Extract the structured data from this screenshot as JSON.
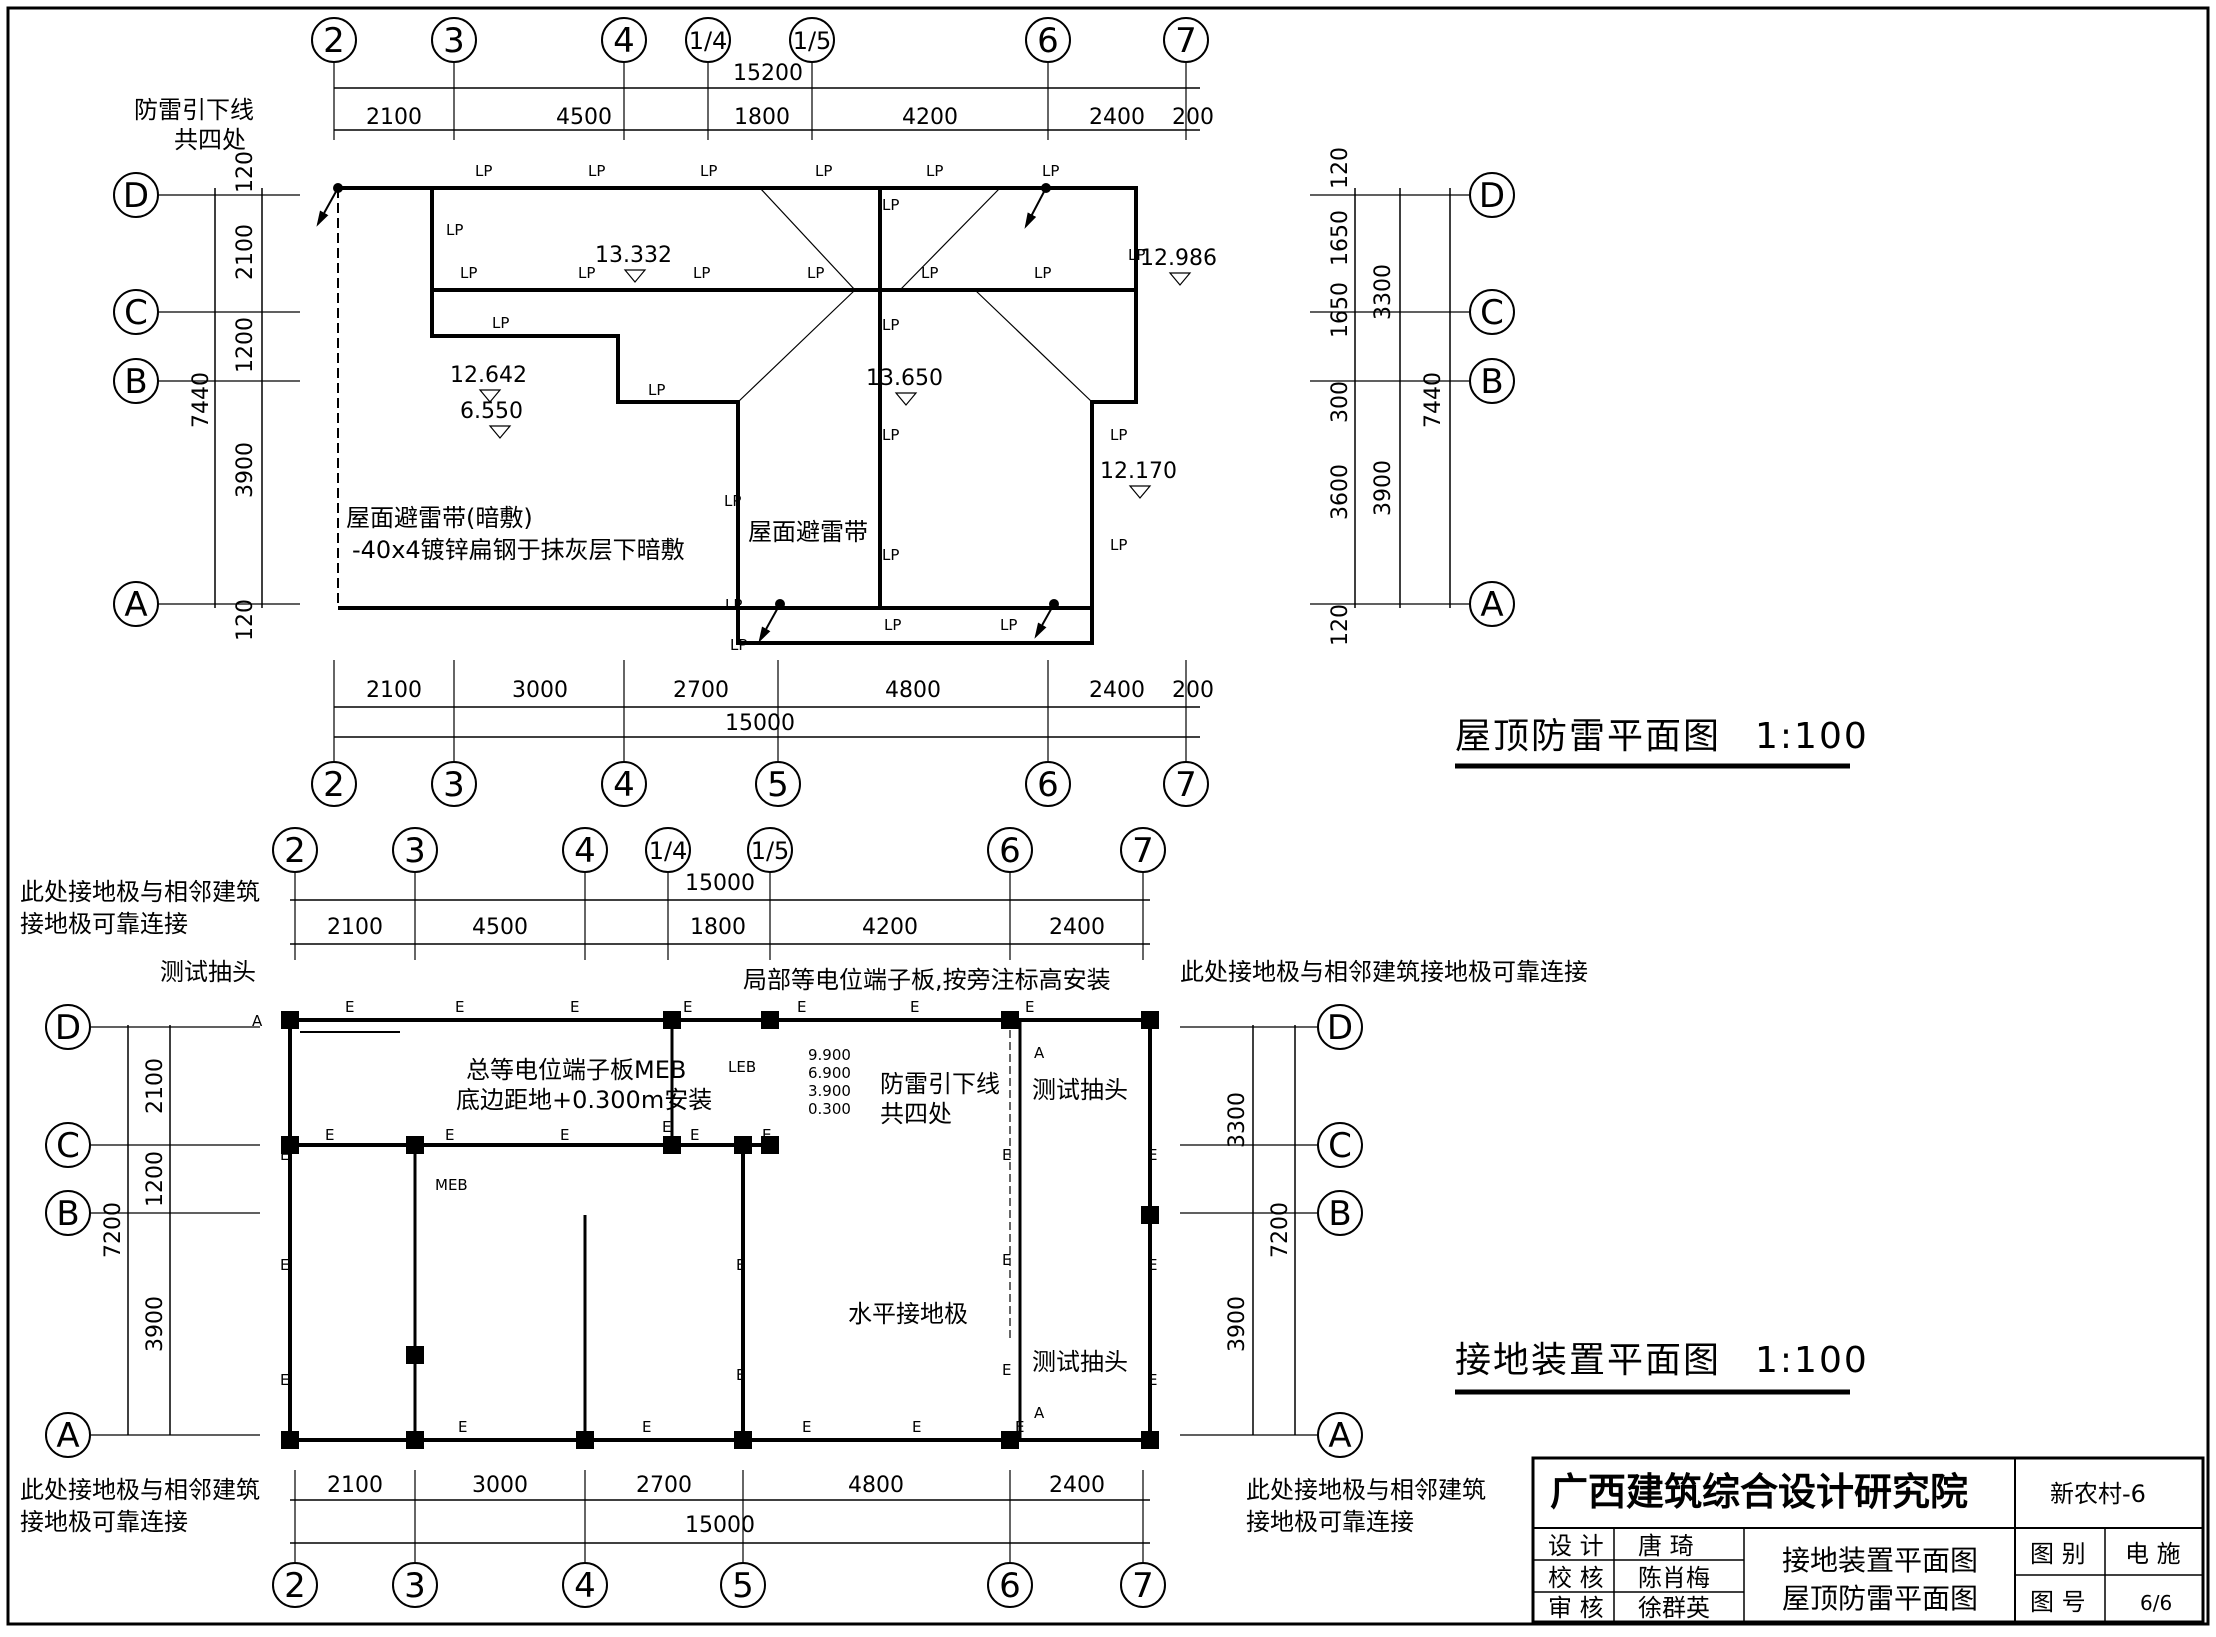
{
  "roof_plan": {
    "title": "屋顶防雷平面图",
    "scale": "1:100",
    "top_axes": [
      "2",
      "3",
      "4",
      "1/4",
      "1/5",
      "6",
      "7"
    ],
    "bottom_axes": [
      "2",
      "3",
      "4",
      "5",
      "6",
      "7"
    ],
    "side_axes": [
      "D",
      "C",
      "B",
      "A"
    ],
    "top_overall": "15200",
    "top_dims": [
      "2100",
      "4500",
      "1800",
      "4200",
      "2400",
      "200"
    ],
    "bottom_dims": [
      "2100",
      "3000",
      "2700",
      "4800",
      "2400",
      "200"
    ],
    "bottom_overall": "15000",
    "left_dims": [
      "120",
      "2100",
      "1200",
      "3900",
      "120"
    ],
    "left_overall": "7440",
    "right_dims_inner": [
      "120",
      "1650",
      "1650",
      "300",
      "3600",
      "120"
    ],
    "right_dims_outer": [
      "3300",
      "3900"
    ],
    "right_overall": "7440",
    "elevations": [
      "13.332",
      "12.986",
      "12.642",
      "6.550",
      "13.650",
      "12.170"
    ],
    "lp_label": "LP",
    "downlead_note_line1": "防雷引下线",
    "downlead_note_line2": "共四处",
    "strip_note_line1": "屋面避雷带(暗敷)",
    "strip_note_line2": "-40x4镀锌扁钢于抹灰层下暗敷",
    "strip_note_short": "屋面避雷带"
  },
  "ground_plan": {
    "title": "接地装置平面图",
    "scale": "1:100",
    "top_axes": [
      "2",
      "3",
      "4",
      "1/4",
      "1/5",
      "6",
      "7"
    ],
    "bottom_axes": [
      "2",
      "3",
      "4",
      "5",
      "6",
      "7"
    ],
    "side_axes": [
      "D",
      "C",
      "B",
      "A"
    ],
    "top_overall": "15000",
    "top_dims": [
      "2100",
      "4500",
      "1800",
      "4200",
      "2400"
    ],
    "bottom_dims": [
      "2100",
      "3000",
      "2700",
      "4800",
      "2400"
    ],
    "bottom_overall": "15000",
    "left_dims": [
      "2100",
      "1200",
      "3900"
    ],
    "left_overall": "7200",
    "right_dims": [
      "3300",
      "3900"
    ],
    "right_overall": "7200",
    "e_label": "E",
    "connect_note_line1": "此处接地极与相邻建筑",
    "connect_note_line2": "接地极可靠连接",
    "connect_note_single": "此处接地极与相邻建筑接地极可靠连接",
    "test_point": "测试抽头",
    "leb_note": "局部等电位端子板,按旁注标高安装",
    "leb_label": "LEB",
    "leb_heights": [
      "9.900",
      "6.900",
      "3.900",
      "0.300"
    ],
    "meb_note_line1": "总等电位端子板MEB",
    "meb_note_line2": "底边距地+0.300m安装",
    "meb_label": "MEB",
    "downlead_line1": "防雷引下线",
    "downlead_line2": "共四处",
    "horizontal_electrode": "水平接地极",
    "a_mark": "A"
  },
  "title_block": {
    "institute": "广西建筑综合设计研究院",
    "project": "新农村-6",
    "roles": [
      "设 计",
      "校 核",
      "审 核"
    ],
    "names": [
      "唐 琦",
      "陈肖梅",
      "徐群英"
    ],
    "drawing_title_1": "接地装置平面图",
    "drawing_title_2": "屋顶防雷平面图",
    "category_label": "图 别",
    "category_value": "电 施",
    "number_label": "图 号",
    "number_value": "6/6"
  }
}
